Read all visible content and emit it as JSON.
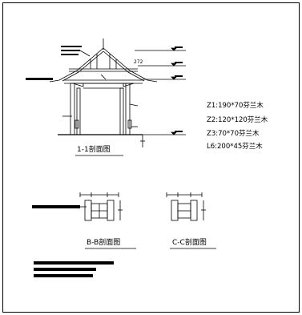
{
  "drawing": {
    "section_1_1": {
      "title": "1-1剖面图",
      "dims": {
        "top_right": "272"
      }
    },
    "specs": [
      {
        "code": "Z1",
        "text": "Z1:190*70芬兰木"
      },
      {
        "code": "Z2",
        "text": "Z2:120*120芬兰木"
      },
      {
        "code": "Z3",
        "text": "Z3:70*70芬兰木"
      },
      {
        "code": "L6",
        "text": "L6:200*45芬兰木"
      }
    ],
    "section_b_b": {
      "title": "B-B剖面图"
    },
    "section_c_c": {
      "title": "C-C剖面图"
    },
    "colors": {
      "line": "#000000",
      "background": "#ffffff"
    }
  }
}
